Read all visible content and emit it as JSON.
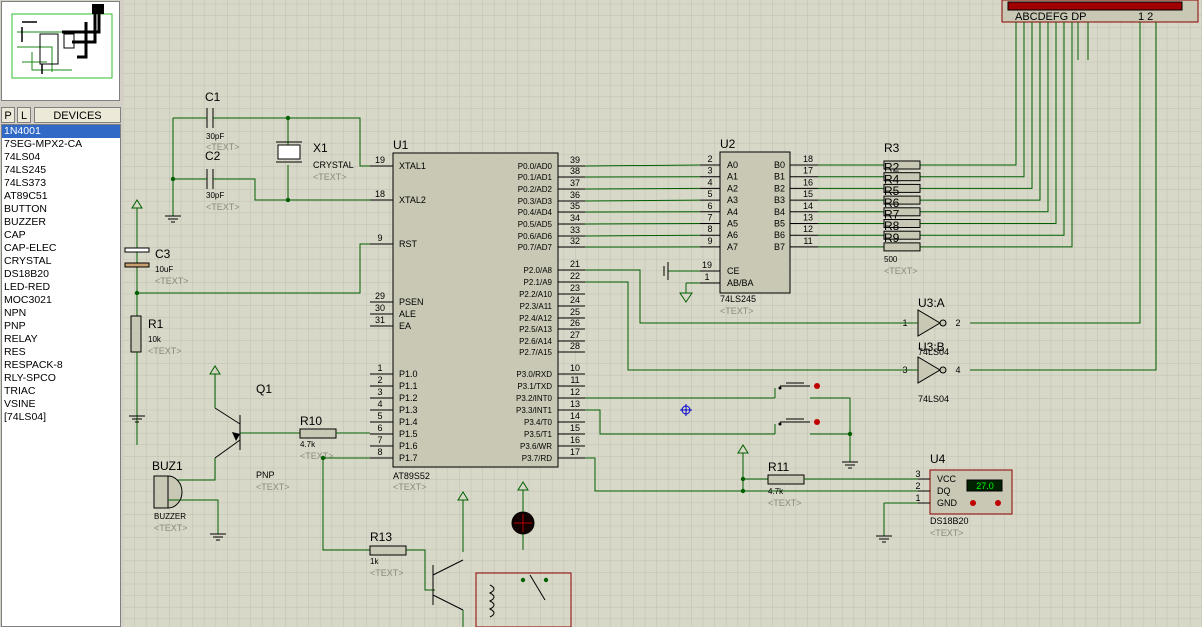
{
  "panel": {
    "tab_p": "P",
    "tab_l": "L",
    "title": "DEVICES",
    "devices": [
      "1N4001",
      "7SEG-MPX2-CA",
      "74LS04",
      "74LS245",
      "74LS373",
      "AT89C51",
      "BUTTON",
      "BUZZER",
      "CAP",
      "CAP-ELEC",
      "CRYSTAL",
      "DS18B20",
      "LED-RED",
      "MOC3021",
      "NPN",
      "PNP",
      "RELAY",
      "RES",
      "RESPACK-8",
      "RLY-SPCO",
      "TRIAC",
      "VSINE",
      "[74LS04]"
    ],
    "selected_index": 0
  },
  "schematic": {
    "placeholder": "<TEXT>",
    "display": {
      "segments": "ABCDEFG DP",
      "digits": "1 2"
    },
    "c1": {
      "ref": "C1",
      "value": "30pF"
    },
    "c2": {
      "ref": "C2",
      "value": "30pF"
    },
    "x1": {
      "ref": "X1",
      "value": "CRYSTAL"
    },
    "c3": {
      "ref": "C3",
      "value": "10uF"
    },
    "r1": {
      "ref": "R1",
      "value": "10k"
    },
    "q1": {
      "ref": "Q1",
      "value": "PNP"
    },
    "r10": {
      "ref": "R10",
      "value": "4.7k"
    },
    "buz1": {
      "ref": "BUZ1",
      "value": "BUZZER"
    },
    "r13": {
      "ref": "R13",
      "value": "1k"
    },
    "u1": {
      "ref": "U1",
      "value": "AT89S52",
      "left_pins": [
        {
          "num": "19",
          "name": "XTAL1"
        },
        {
          "num": "18",
          "name": "XTAL2"
        },
        {
          "num": "9",
          "name": "RST"
        },
        {
          "num": "29",
          "name": "PSEN"
        },
        {
          "num": "30",
          "name": "ALE"
        },
        {
          "num": "31",
          "name": "EA"
        },
        {
          "num": "1",
          "name": "P1.0"
        },
        {
          "num": "2",
          "name": "P1.1"
        },
        {
          "num": "3",
          "name": "P1.2"
        },
        {
          "num": "4",
          "name": "P1.3"
        },
        {
          "num": "5",
          "name": "P1.4"
        },
        {
          "num": "6",
          "name": "P1.5"
        },
        {
          "num": "7",
          "name": "P1.6"
        },
        {
          "num": "8",
          "name": "P1.7"
        }
      ],
      "right_pins": [
        {
          "num": "39",
          "name": "P0.0/AD0"
        },
        {
          "num": "38",
          "name": "P0.1/AD1"
        },
        {
          "num": "37",
          "name": "P0.2/AD2"
        },
        {
          "num": "36",
          "name": "P0.3/AD3"
        },
        {
          "num": "35",
          "name": "P0.4/AD4"
        },
        {
          "num": "34",
          "name": "P0.5/AD5"
        },
        {
          "num": "33",
          "name": "P0.6/AD6"
        },
        {
          "num": "32",
          "name": "P0.7/AD7"
        },
        {
          "num": "21",
          "name": "P2.0/A8"
        },
        {
          "num": "22",
          "name": "P2.1/A9"
        },
        {
          "num": "23",
          "name": "P2.2/A10"
        },
        {
          "num": "24",
          "name": "P2.3/A11"
        },
        {
          "num": "25",
          "name": "P2.4/A12"
        },
        {
          "num": "26",
          "name": "P2.5/A13"
        },
        {
          "num": "27",
          "name": "P2.6/A14"
        },
        {
          "num": "28",
          "name": "P2.7/A15"
        },
        {
          "num": "10",
          "name": "P3.0/RXD"
        },
        {
          "num": "11",
          "name": "P3.1/TXD"
        },
        {
          "num": "12",
          "name": "P3.2/INT0"
        },
        {
          "num": "13",
          "name": "P3.3/INT1"
        },
        {
          "num": "14",
          "name": "P3.4/T0"
        },
        {
          "num": "15",
          "name": "P3.5/T1"
        },
        {
          "num": "16",
          "name": "P3.6/WR"
        },
        {
          "num": "17",
          "name": "P3.7/RD"
        }
      ]
    },
    "u2": {
      "ref": "U2",
      "value": "74LS245",
      "a_pins": [
        {
          "num": "2",
          "name": "A0"
        },
        {
          "num": "3",
          "name": "A1"
        },
        {
          "num": "4",
          "name": "A2"
        },
        {
          "num": "5",
          "name": "A3"
        },
        {
          "num": "6",
          "name": "A4"
        },
        {
          "num": "7",
          "name": "A5"
        },
        {
          "num": "8",
          "name": "A6"
        },
        {
          "num": "9",
          "name": "A7"
        }
      ],
      "b_pins": [
        {
          "num": "18",
          "name": "B0"
        },
        {
          "num": "17",
          "name": "B1"
        },
        {
          "num": "16",
          "name": "B2"
        },
        {
          "num": "15",
          "name": "B3"
        },
        {
          "num": "14",
          "name": "B4"
        },
        {
          "num": "13",
          "name": "B5"
        },
        {
          "num": "12",
          "name": "B6"
        },
        {
          "num": "11",
          "name": "B7"
        }
      ],
      "ce": {
        "num": "19",
        "name": "CE"
      },
      "abba": {
        "num": "1",
        "name": "AB/BA"
      }
    },
    "resistors": [
      "R3",
      "R2",
      "R4",
      "R5",
      "R6",
      "R7",
      "R8",
      "R9"
    ],
    "res_value": "500",
    "u3a": {
      "ref": "U3:A",
      "in": "1",
      "out": "2"
    },
    "u3b": {
      "ref": "U3:B",
      "in": "3",
      "out": "4"
    },
    "u3_value": "74LS04",
    "r11": {
      "ref": "R11",
      "value": "4.7k"
    },
    "u4": {
      "ref": "U4",
      "value": "DS18B20",
      "reading": "27.0",
      "pins": [
        {
          "num": "3",
          "name": "VCC"
        },
        {
          "num": "2",
          "name": "DQ"
        },
        {
          "num": "1",
          "name": "GND"
        }
      ]
    }
  },
  "colors": {
    "wire": "#006000",
    "body": "#c8c8b4",
    "outline": "#8b0000",
    "led": "#b00000",
    "grid": "#c3c3b6",
    "lcd": "#00ff00"
  }
}
